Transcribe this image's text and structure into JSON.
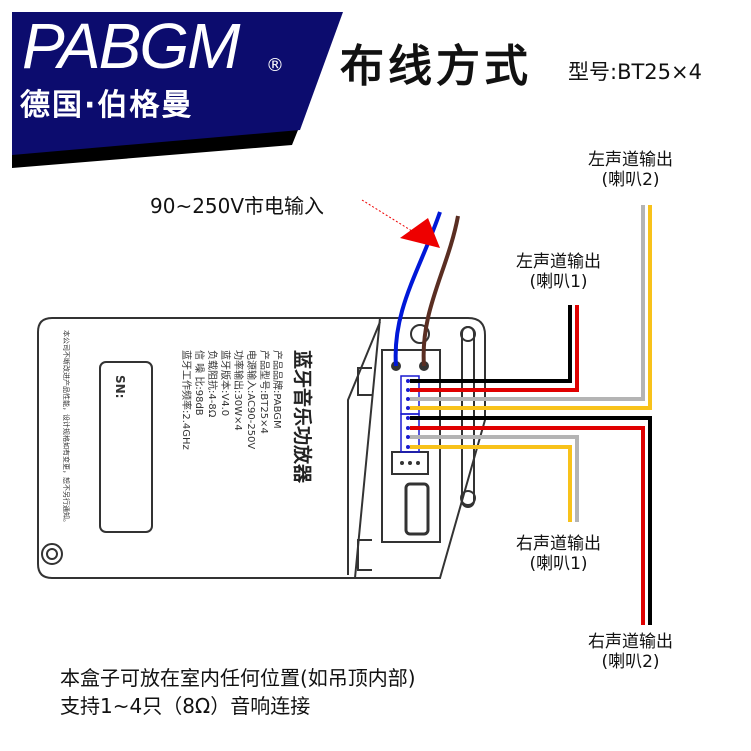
{
  "brand": {
    "logo": "PABGM",
    "registered": "®",
    "subtitle": "德国·伯格曼"
  },
  "header": {
    "title": "布线方式",
    "model": "型号:BT25×4"
  },
  "power_input": "90~250V市电输入",
  "outputs": [
    {
      "name": "左声道输出",
      "speaker": "(喇叭2)"
    },
    {
      "name": "左声道输出",
      "speaker": "(喇叭1)"
    },
    {
      "name": "右声道输出",
      "speaker": "(喇叭1)"
    },
    {
      "name": "右声道输出",
      "speaker": "(喇叭2)"
    }
  ],
  "device": {
    "product_title": "蓝牙音乐功放器",
    "specs": [
      "产品品牌:PABGM",
      "产品型号:BT25×4",
      "电源输入:AC90-250V",
      "功率输出:30W×4",
      "蓝牙版本:V4.0",
      "负载阻抗:4-8Ω",
      "信 噪 比:98dB",
      "蓝牙工作频率:2.4GHz"
    ],
    "sn_label": "SN:",
    "disclaimer": "本公司不断改进产品性能，设计规格如有变更，恕不另行通知。"
  },
  "footer": [
    "本盒子可放在室内任何位置(如吊顶内部)",
    "支持1~4只（8Ω）音响连接"
  ],
  "colors": {
    "banner": "#0c0c6e",
    "wire_black": "#000000",
    "wire_red": "#e00000",
    "wire_gray": "#b4b4b4",
    "wire_yellow": "#f8c21a",
    "wire_blue": "#0018d8",
    "wire_brown": "#5a2e22"
  }
}
